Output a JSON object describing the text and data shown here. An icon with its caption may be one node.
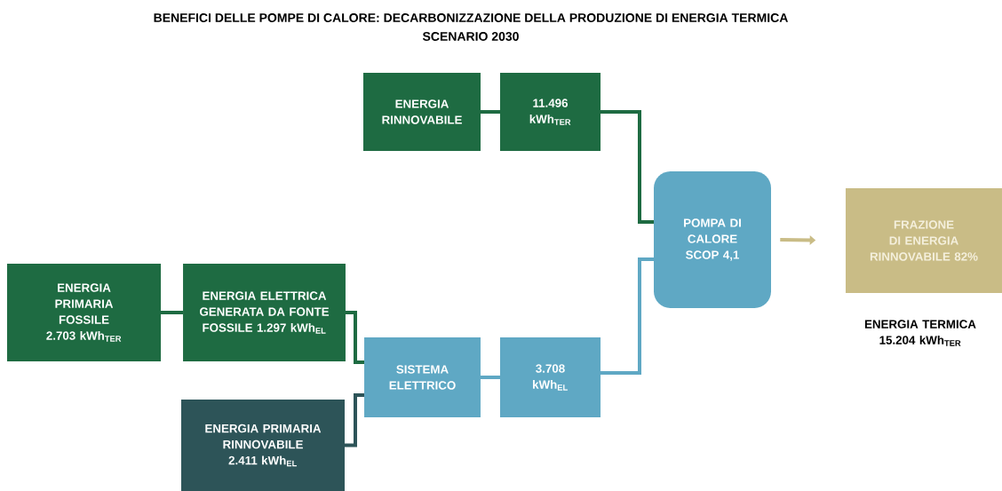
{
  "diagram": {
    "title": "BENEFICI DELLE POMPE DI CALORE: DECARBONIZZAZIONE DELLA PRODUZIONE DI ENERGIA TERMICA",
    "nodes": [
      {
        "text": [
          "ENERGIA RINNOVABILE"
        ]
      },
      {
        "text": [
          "11.496 kWh$_{TER}$"
        ]
      },
      {
        "text": [
          "ENERGIA PRIMARIA FOSSILE 2.703 kWh$_{TER}$"
        ]
      },
      {
        "text": [
          "ENERGIA ELETTRICA GENERATA DA FONTE FOSSILE 1.297 kWh$_{EL}$"
        ]
      },
      {
        "text": [
          "SISTEMA ELETTRICO"
        ]
      },
      {
        "text": [
          "3.708 kWh$_{EL}$"
        ]
      },
      {
        "text": [
          "ENERGIA PRIMARIA RINNOVABILE 2.411 kWh$_{EL}$"
        ]
      },
      {
        "text": [
          "POMPA DI CALORE SCOP 4,1"
        ]
      },
      {
        "text": [
          "FRAZIONE DI ENERGIA RINNOVABILE 82%"
        ],
        "beside": [
          "ENERGIA TERMICA 15.204 kWh$_{TER}$"
        ]
      }
    ],
    "edges": [
      {
        "from": 0,
        "to": 1,
        "arrow": "none"
      },
      {
        "from": 1,
        "to": 7,
        "arrow": "none"
      },
      {
        "from": 2,
        "to": 3,
        "arrow": "none"
      },
      {
        "from": 3,
        "to": 4,
        "arrow": "none"
      },
      {
        "from": 6,
        "to": 4,
        "arrow": "none",
        "color": "#2d5458"
      },
      {
        "from": 4,
        "to": 5,
        "arrow": "none",
        "color": "#5fa8c4"
      },
      {
        "from": 5,
        "to": 7,
        "arrow": "none",
        "color": "#5fa8c4"
      },
      {
        "from": 7,
        "to": 8,
        "arrow": "to",
        "color": "#c9bc86"
      }
    ],
    "labels": [
      "SCENARIO 2030"
    ]
  }
}
